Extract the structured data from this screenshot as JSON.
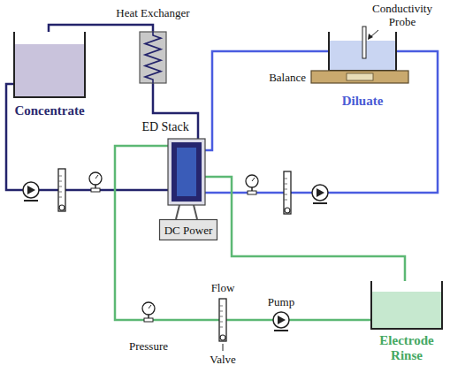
{
  "diagram": {
    "nodes": [
      {
        "text": [
          "Concentrate"
        ]
      },
      {
        "text": [
          "Heat Exchanger"
        ]
      },
      {
        "text": [
          "Diluate"
        ]
      },
      {
        "text": [
          "Balance"
        ]
      },
      {
        "text": [
          "ED Stack"
        ]
      },
      {
        "text": [
          "DC Power"
        ]
      },
      {
        "text": [
          "Electrode Rinse"
        ]
      }
    ],
    "edges": [
      {
        "from": 0,
        "to": 1,
        "arrow": "none"
      },
      {
        "from": 1,
        "to": 4,
        "arrow": "none"
      },
      {
        "from": 0,
        "to": 4,
        "arrow": "none"
      },
      {
        "from": 4,
        "to": 2,
        "arrow": "none"
      },
      {
        "from": 2,
        "to": 4,
        "arrow": "none"
      },
      {
        "from": 4,
        "to": 6,
        "arrow": "none"
      },
      {
        "from": 6,
        "to": 4,
        "arrow": "none"
      }
    ],
    "labels": [
      "Conductivity Probe",
      "Flow",
      "Pump",
      "Pressure",
      "Valve"
    ]
  }
}
